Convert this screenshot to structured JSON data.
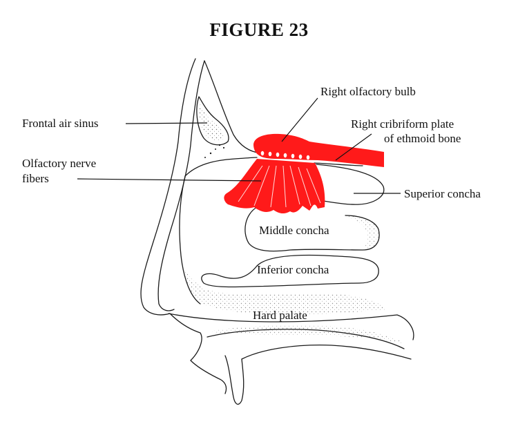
{
  "figure": {
    "title": "FIGURE 23",
    "accent_color": "#ff1a1a",
    "labels": {
      "right_olfactory_bulb": "Right olfactory bulb",
      "cribriform_line1": "Right cribriform plate",
      "cribriform_line2": "of ethmoid bone",
      "frontal_air_sinus": "Frontal air sinus",
      "olfactory_line1": "Olfactory nerve",
      "olfactory_line2": "fibers",
      "superior_concha": "Superior concha",
      "middle_concha": "Middle concha",
      "inferior_concha": "Inferior concha",
      "hard_palate": "Hard palate"
    }
  }
}
